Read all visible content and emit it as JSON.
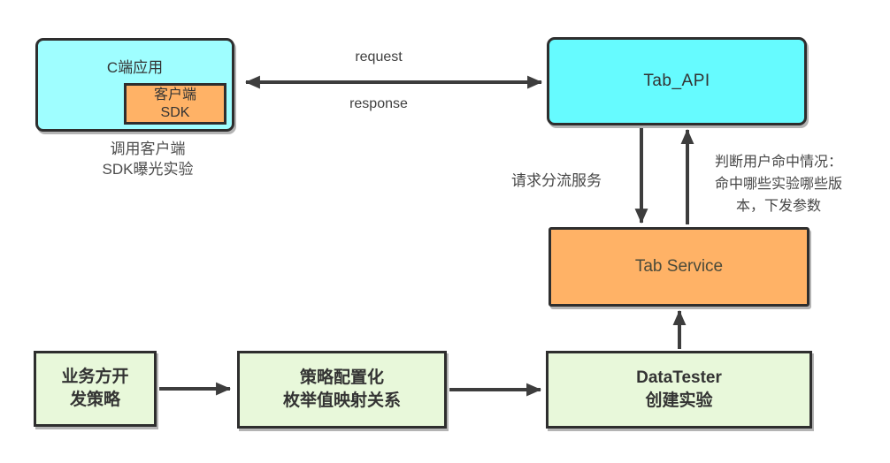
{
  "colors": {
    "cyan_light": "#9ffeff",
    "cyan": "#66fbff",
    "orange": "#ffb266",
    "green": "#e8f8da",
    "border": "#2e2e2e",
    "arrow": "#3d3d3d",
    "label_text": "#454545"
  },
  "nodes": {
    "client_app": {
      "label": "C端应用"
    },
    "client_sdk": {
      "line1": "客户端",
      "line2": "SDK"
    },
    "tab_api": {
      "label": "Tab_API"
    },
    "tab_service": {
      "label": "Tab Service"
    },
    "biz_strategy": {
      "line1": "业务方开",
      "line2": "发策略"
    },
    "strategy_config": {
      "line1": "策略配置化",
      "line2": "枚举值映射关系"
    },
    "datatester": {
      "line1": "DataTester",
      "line2": "创建实验"
    }
  },
  "captions": {
    "client_caption_line1": "调用客户端",
    "client_caption_line2": "SDK曝光实验"
  },
  "edge_labels": {
    "request": "request",
    "response": "response",
    "split_service": "请求分流服务",
    "hit_line1": "判断用户命中情况：",
    "hit_line2": "命中哪些实验哪些版",
    "hit_line3": "本，下发参数"
  }
}
